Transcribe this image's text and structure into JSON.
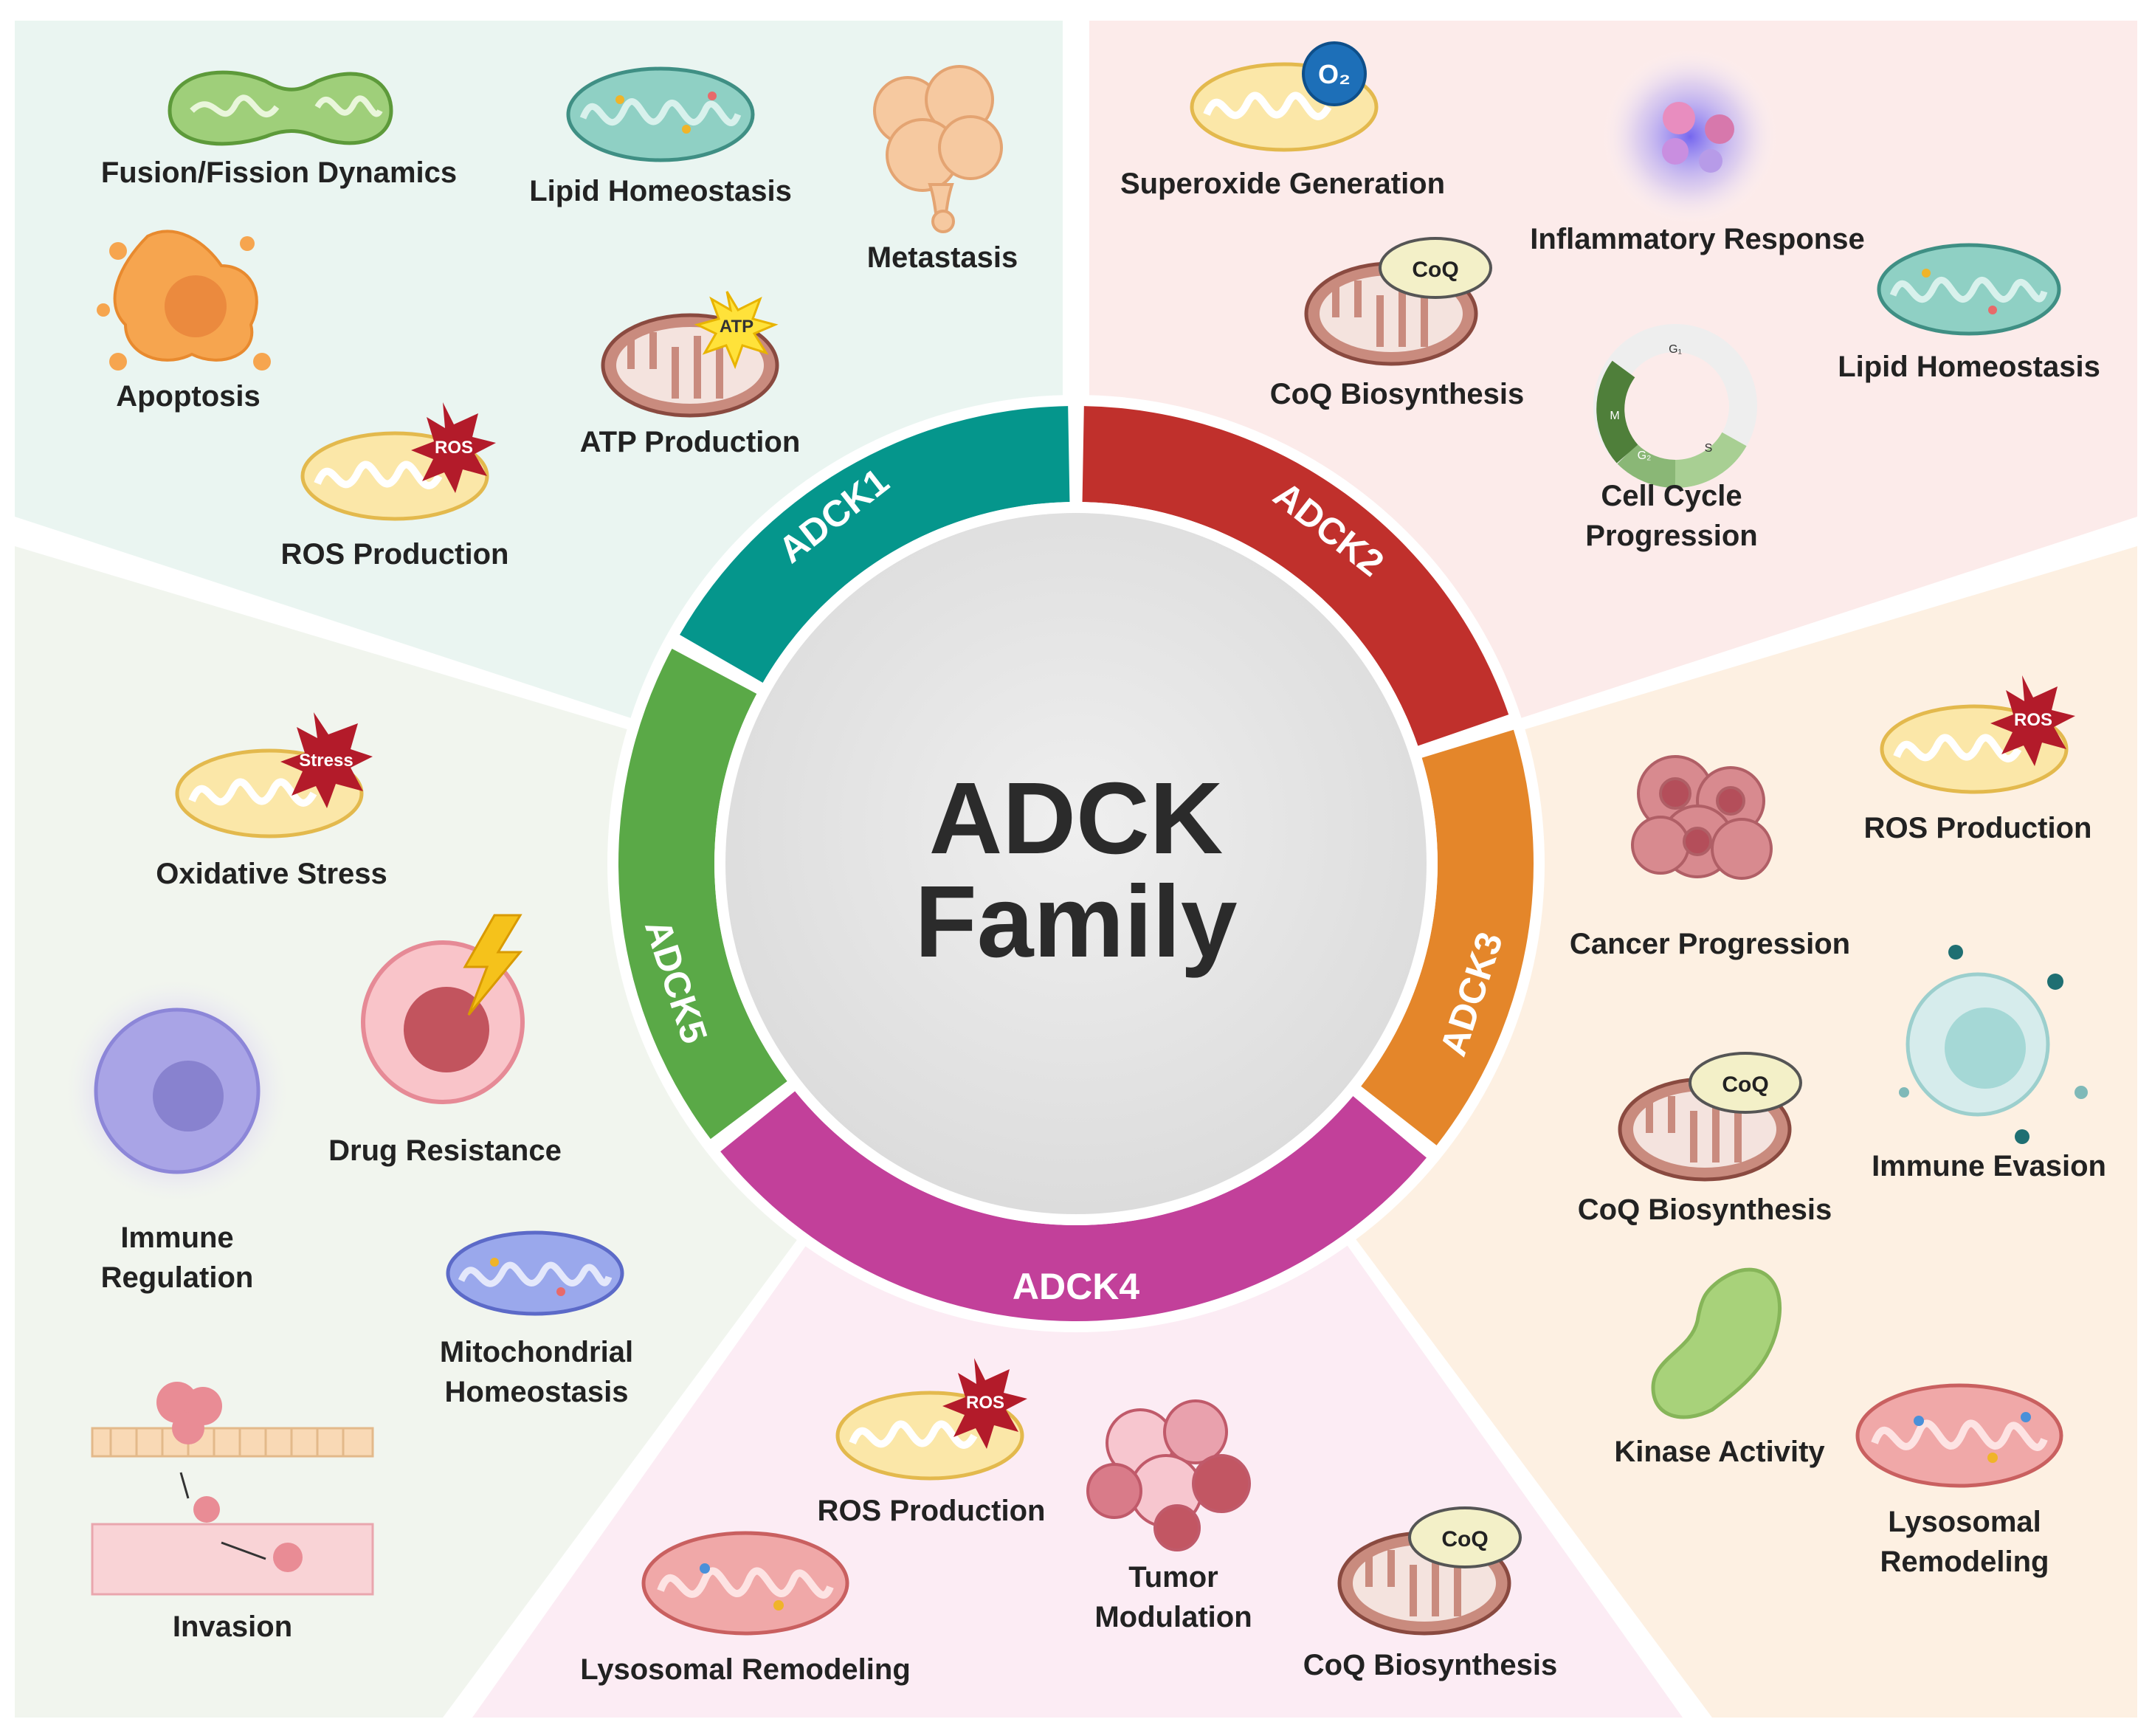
{
  "center": {
    "line1": "ADCK",
    "line2": "Family"
  },
  "colors": {
    "ADCK1": "#05968c",
    "ADCK2": "#c0302c",
    "ADCK3": "#e4862a",
    "ADCK4": "#c2409a",
    "ADCK5": "#5aa947",
    "bg_adck1": "#eaf5f1",
    "bg_adck2": "#fcebea",
    "bg_adck3": "#fdf0e2",
    "bg_adck4": "#fcecf4",
    "bg_adck5": "#f1f5ee"
  },
  "ring": {
    "adck1": "ADCK1",
    "adck2": "ADCK2",
    "adck3": "ADCK3",
    "adck4": "ADCK4",
    "adck5": "ADCK5"
  },
  "adck1": {
    "fusion": "Fusion/Fission Dynamics",
    "lipid": "Lipid Homeostasis",
    "metastasis": "Metastasis",
    "apoptosis": "Apoptosis",
    "atp": "ATP Production",
    "ros": "ROS Production"
  },
  "adck2": {
    "superoxide": "Superoxide Generation",
    "inflammatory": "Inflammatory Response",
    "coq": "CoQ Biosynthesis",
    "lipid": "Lipid Homeostasis",
    "cellcycle_1": "Cell Cycle",
    "cellcycle_2": "Progression"
  },
  "adck3": {
    "cancer": "Cancer Progression",
    "ros": "ROS Production",
    "immune": "Immune Evasion",
    "coq": "CoQ Biosynthesis",
    "kinase": "Kinase Activity",
    "lyso_1": "Lysosomal",
    "lyso_2": "Remodeling"
  },
  "adck4": {
    "ros": "ROS Production",
    "tumor_1": "Tumor",
    "tumor_2": "Modulation",
    "lyso": "Lysosomal Remodeling",
    "coq": "CoQ Biosynthesis"
  },
  "adck5": {
    "oxidative": "Oxidative Stress",
    "drug": "Drug Resistance",
    "immune_1": "Immune",
    "immune_2": "Regulation",
    "mito_1": "Mitochondrial",
    "mito_2": "Homeostasis",
    "invasion": "Invasion"
  },
  "badges": {
    "ros": "ROS",
    "atp": "ATP",
    "stress": "Stress",
    "coq": "CoQ",
    "o2": "O₂",
    "g1": "G₁",
    "s": "S",
    "g2": "G₂",
    "m": "M"
  }
}
